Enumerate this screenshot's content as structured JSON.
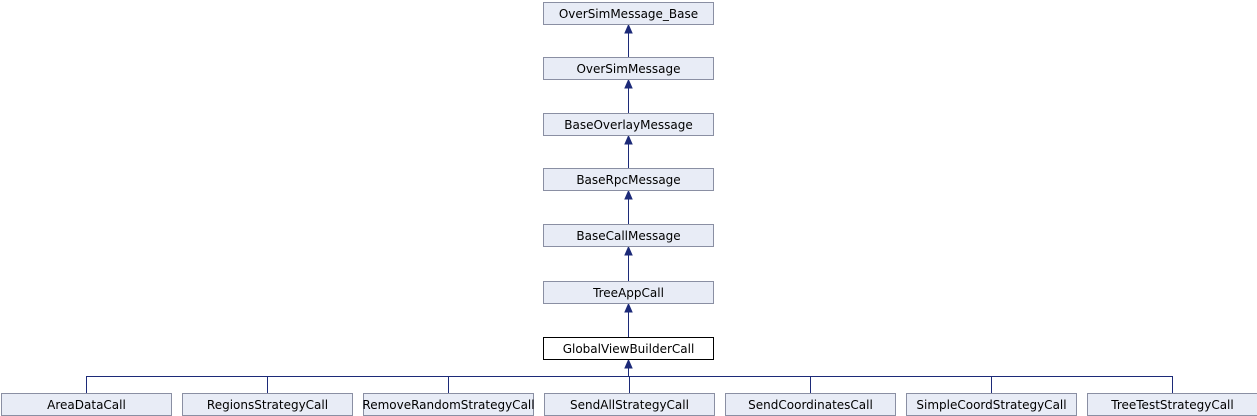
{
  "diagram": {
    "kind": "class-inheritance",
    "chain": [
      "OverSimMessage_Base",
      "OverSimMessage",
      "BaseOverlayMessage",
      "BaseRpcMessage",
      "BaseCallMessage",
      "TreeAppCall",
      "GlobalViewBuilderCall"
    ],
    "current": "GlobalViewBuilderCall",
    "children": [
      "AreaDataCall",
      "RegionsStrategyCall",
      "RemoveRandomStrategyCall",
      "SendAllStrategyCall",
      "SendCoordinatesCall",
      "SimpleCoordStrategyCall",
      "TreeTestStrategyCall"
    ],
    "colors": {
      "node_fill": "#e8ecf6",
      "node_border": "#8a8fa3",
      "current_fill": "#ffffff",
      "current_border": "#000000",
      "edge": "#1c2a78"
    }
  }
}
